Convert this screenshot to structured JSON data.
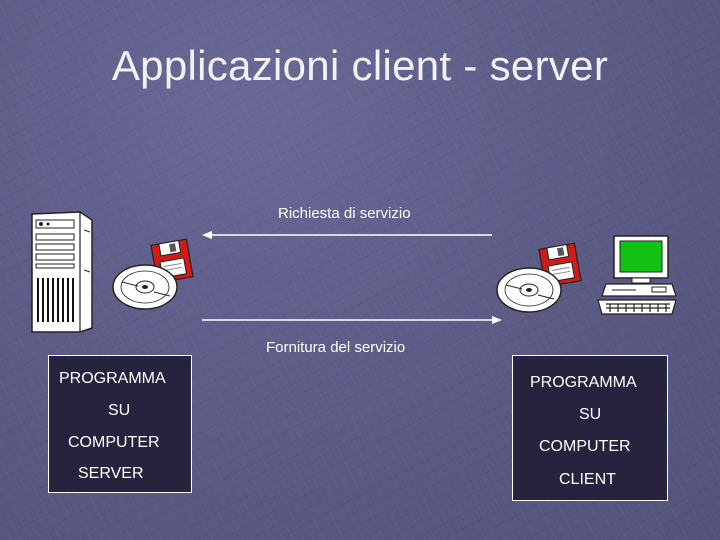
{
  "slide": {
    "title": "Applicazioni client - server"
  },
  "arrows": {
    "request_label": "Richiesta di servizio",
    "response_label": "Fornitura del servizio"
  },
  "server_box": {
    "line1": "PROGRAMMA",
    "line2": "SU",
    "line3": "COMPUTER",
    "line4": "SERVER"
  },
  "client_box": {
    "line1": "PROGRAMMA",
    "line2": "SU",
    "line3": "COMPUTER",
    "line4": "CLIENT"
  },
  "colors": {
    "background": "#5d5c86",
    "box_fill": "#26233f",
    "text": "#ffffff",
    "floppy_red": "#d11a1a",
    "monitor_green": "#12c212"
  },
  "icons": [
    "server-tower-icon",
    "floppy-disk-icon",
    "cd-disk-icon",
    "desktop-computer-icon"
  ]
}
